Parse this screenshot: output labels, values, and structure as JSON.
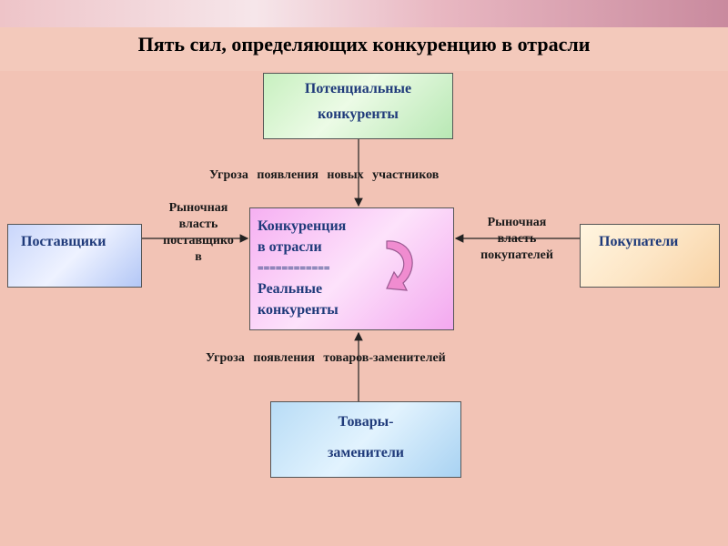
{
  "title": "Пять сил, определяющих конкуренцию в отрасли",
  "nodes": {
    "potential": [
      "Потенциальные",
      "конкуренты"
    ],
    "center": {
      "line1": "Конкуренция",
      "line2": "в отрасли",
      "separator": "============",
      "line3": "Реальные",
      "line4": "конкуренты"
    },
    "suppliers": "Поставщики",
    "buyers": "Покупатели",
    "substitutes": [
      "Товары-",
      "заменители"
    ]
  },
  "edges": {
    "threat_new": "Угроза появления новых участников",
    "threat_substitutes": "Угроза появления товаров-заменителей",
    "supplier_power": [
      "Рыночная",
      "власть",
      "поставщико",
      "в"
    ],
    "buyer_power": [
      "Рыночная",
      "власть",
      "покупателей"
    ]
  },
  "colors": {
    "background": "#f2c3b5",
    "box_text": "#1f3a7a",
    "potential_box": "#d8f4d0",
    "center_box": "#f8bdf4",
    "suppliers_box": "#d4defc",
    "buyers_box": "#fde8cc",
    "substitutes_box": "#c4e2f8",
    "swirl_arrow": "#f08cd0"
  }
}
